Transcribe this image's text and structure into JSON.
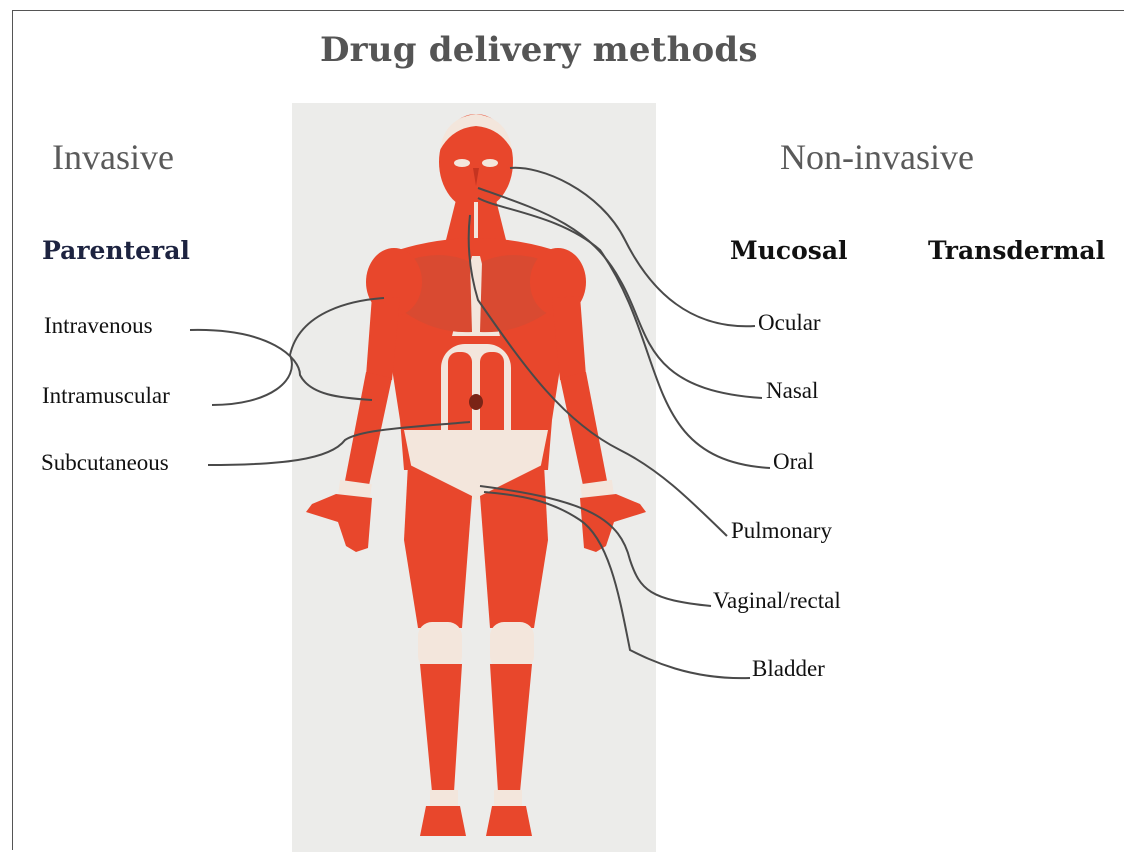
{
  "title": "Drug delivery methods",
  "categories": {
    "invasive": "Invasive",
    "non_invasive": "Non-invasive"
  },
  "subcategories": {
    "parenteral": "Parenteral",
    "mucosal": "Mucosal",
    "transdermal": "Transdermal"
  },
  "parenteral_routes": [
    "Intravenous",
    "Intramuscular",
    "Subcutaneous"
  ],
  "mucosal_routes": [
    "Ocular",
    "Nasal",
    "Oral",
    "Pulmonary",
    "Vaginal/rectal",
    "Bladder"
  ],
  "colors": {
    "muscle": "#e8472c",
    "muscle_dark": "#c53420",
    "tendon": "#f3e6dc",
    "figure_background": "#ececea",
    "title": "#555555",
    "category": "#5a5a5a",
    "parenteral": "#1d2340",
    "connector": "#4a4a4a"
  }
}
